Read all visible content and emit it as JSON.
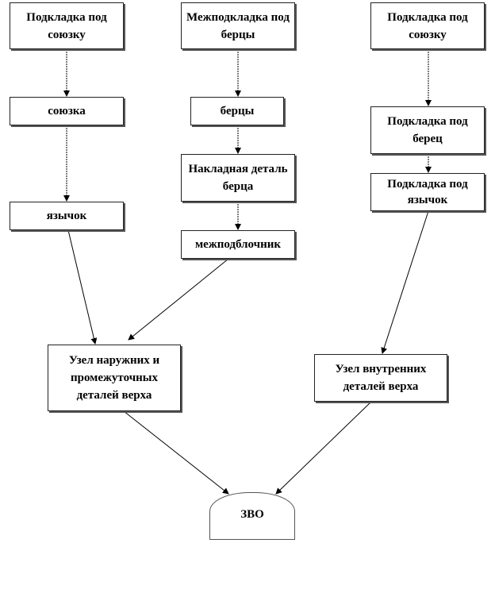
{
  "nodes": {
    "n1": "Подкладка под союзку",
    "n2": "Межподкладка под берцы",
    "n3": "Подкладка под союзку",
    "n4": "союзка",
    "n5": "берцы",
    "n6": "Подкладка под берец",
    "n7": "Накладная деталь берца",
    "n8": "Подкладка под язычок",
    "n9": "язычок",
    "n10": "межподблочник",
    "n11": "Узел наружних и промежуточных деталей верха",
    "n12": "Узел внутренних деталей верха",
    "n13": "ЗВО"
  },
  "edges": [
    [
      "n1",
      "n4"
    ],
    [
      "n4",
      "n9"
    ],
    [
      "n2",
      "n5"
    ],
    [
      "n5",
      "n7"
    ],
    [
      "n7",
      "n10"
    ],
    [
      "n3",
      "n6"
    ],
    [
      "n6",
      "n8"
    ],
    [
      "n9",
      "n11"
    ],
    [
      "n10",
      "n11"
    ],
    [
      "n8",
      "n12"
    ],
    [
      "n11",
      "n13"
    ],
    [
      "n12",
      "n13"
    ]
  ]
}
